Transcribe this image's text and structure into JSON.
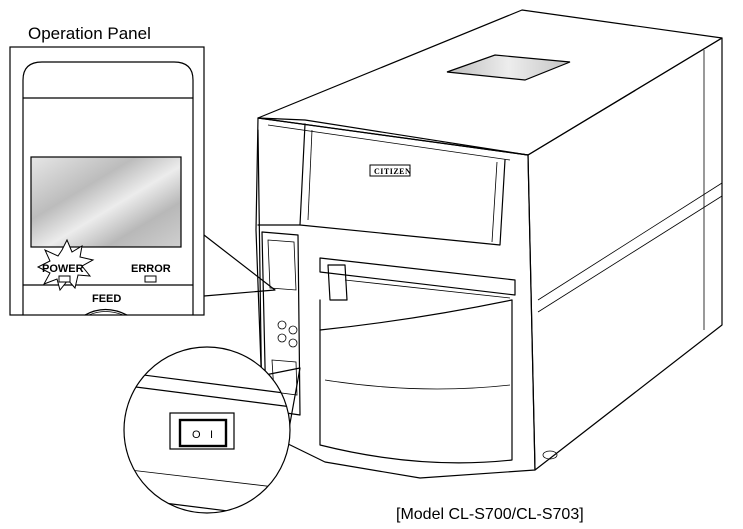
{
  "panel": {
    "title": "Operation Panel",
    "power_label": "POWER",
    "error_label": "ERROR",
    "feed_label": "FEED"
  },
  "printer": {
    "brand": "CITIZEN"
  },
  "switch": {
    "off_mark": "O",
    "on_mark": "I"
  },
  "caption": "[Model CL-S700/CL-S703]"
}
